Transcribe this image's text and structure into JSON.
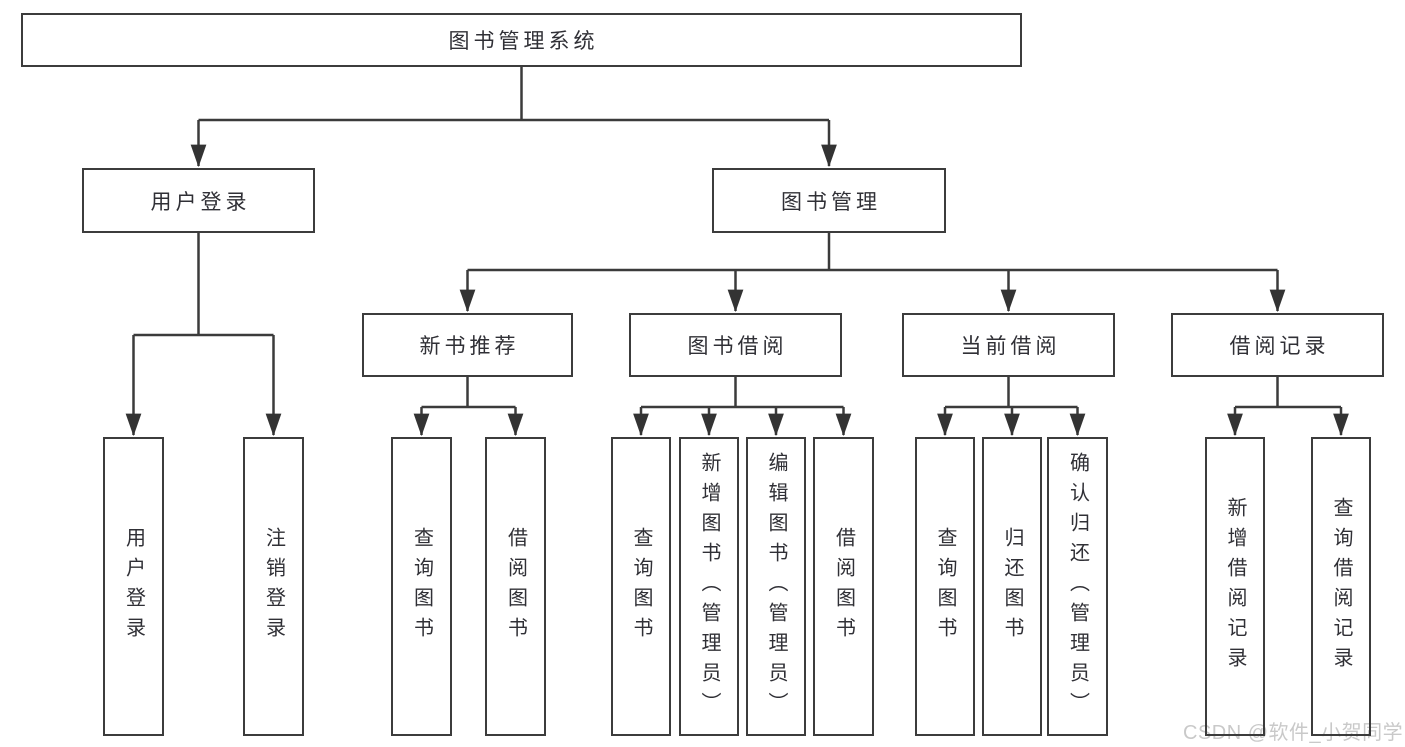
{
  "diagram_title": "图书管理系统",
  "watermark": "CSDN @软件_小贺同学",
  "colors": {
    "background": "#ffffff",
    "line": "#3b3b3b",
    "box_border": "#3c3c3c",
    "text": "#303036",
    "watermark_text": "#c9c9c9"
  },
  "hierarchy": {
    "label": "图书管理系统",
    "children": [
      {
        "label": "用户登录",
        "children": [
          {
            "label": "用户登录"
          },
          {
            "label": "注销登录"
          }
        ]
      },
      {
        "label": "图书管理",
        "children": [
          {
            "label": "新书推荐",
            "children": [
              {
                "label": "查询图书"
              },
              {
                "label": "借阅图书"
              }
            ]
          },
          {
            "label": "图书借阅",
            "children": [
              {
                "label": "查询图书"
              },
              {
                "label": "新增图书（管理员）"
              },
              {
                "label": "编辑图书（管理员）"
              },
              {
                "label": "借阅图书"
              }
            ]
          },
          {
            "label": "当前借阅",
            "children": [
              {
                "label": "查询图书"
              },
              {
                "label": "归还图书"
              },
              {
                "label": "确认归还（管理员）"
              }
            ]
          },
          {
            "label": "借阅记录",
            "children": [
              {
                "label": "新增借阅记录"
              },
              {
                "label": "查询借阅记录"
              }
            ]
          }
        ]
      }
    ]
  }
}
